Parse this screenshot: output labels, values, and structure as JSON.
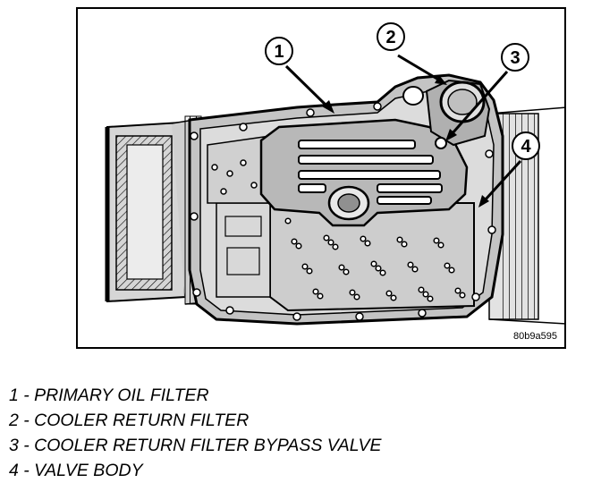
{
  "figure": {
    "code": "80b9a595",
    "callouts": [
      {
        "number": "1"
      },
      {
        "number": "2"
      },
      {
        "number": "3"
      },
      {
        "number": "4"
      }
    ]
  },
  "legend": {
    "items": [
      {
        "label": "1 - PRIMARY OIL FILTER"
      },
      {
        "label": "2 - COOLER RETURN FILTER"
      },
      {
        "label": "3 - COOLER RETURN FILTER BYPASS VALVE"
      },
      {
        "label": "4 - VALVE BODY"
      }
    ]
  },
  "colors": {
    "line": "#000000",
    "body": "#c8c8c8",
    "filter": "#b4b4b4",
    "background": "#ffffff"
  }
}
